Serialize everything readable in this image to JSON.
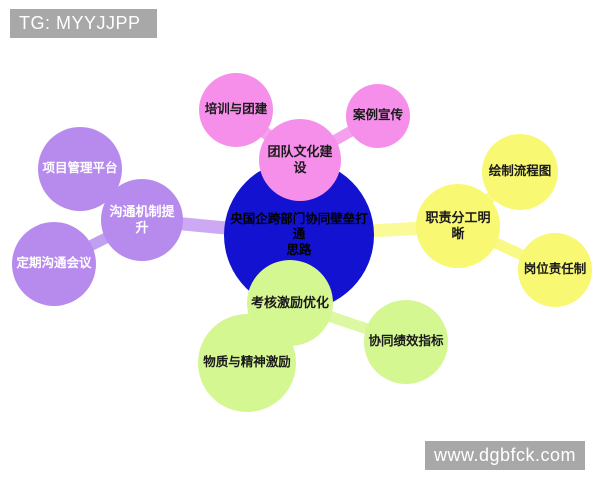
{
  "watermarks": {
    "top_left": "TG: MYYJJPP",
    "bottom_right": "www.dgbfck.com",
    "bg_color": "#a8a8a8",
    "text_color": "#ffffff"
  },
  "mindmap": {
    "center": {
      "label": "央国企跨部门协同壁垒打通思路",
      "line1": "央国企跨部门协同壁垒打通",
      "line2": "思路",
      "color": "#1212d0"
    },
    "branches": [
      {
        "label": "团队文化建设",
        "color": "#f58fe9",
        "children": [
          "培训与团建",
          "案例宣传"
        ]
      },
      {
        "label": "沟通机制提升",
        "color": "#b78bee",
        "children": [
          "项目管理平台",
          "定期沟通会议"
        ]
      },
      {
        "label": "职责分工明晰",
        "color": "#f8f872",
        "children": [
          "绘制流程图",
          "岗位责任制"
        ]
      },
      {
        "label": "考核激励优化",
        "color": "#d4f792",
        "children": [
          "协同绩效指标",
          "物质与精神激励"
        ]
      }
    ]
  }
}
